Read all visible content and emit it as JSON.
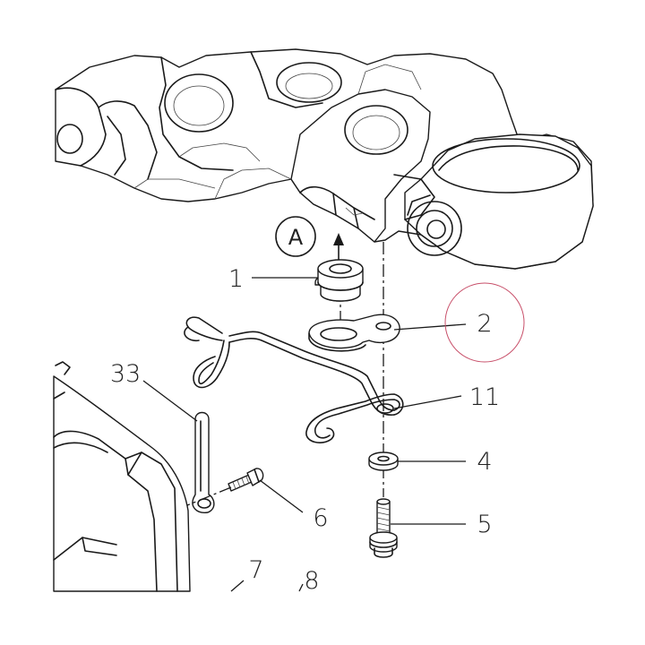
{
  "reference_marker": "A",
  "highlight_color": "#c8506a",
  "callouts": [
    {
      "id": "p1",
      "label": "1"
    },
    {
      "id": "p2",
      "label": "2"
    },
    {
      "id": "p11",
      "label": "11"
    },
    {
      "id": "p4",
      "label": "4"
    },
    {
      "id": "p5",
      "label": "5"
    },
    {
      "id": "p33",
      "label": "33"
    },
    {
      "id": "p6",
      "label": "6"
    },
    {
      "id": "p7",
      "label": "7"
    },
    {
      "id": "p8",
      "label": "8"
    }
  ]
}
